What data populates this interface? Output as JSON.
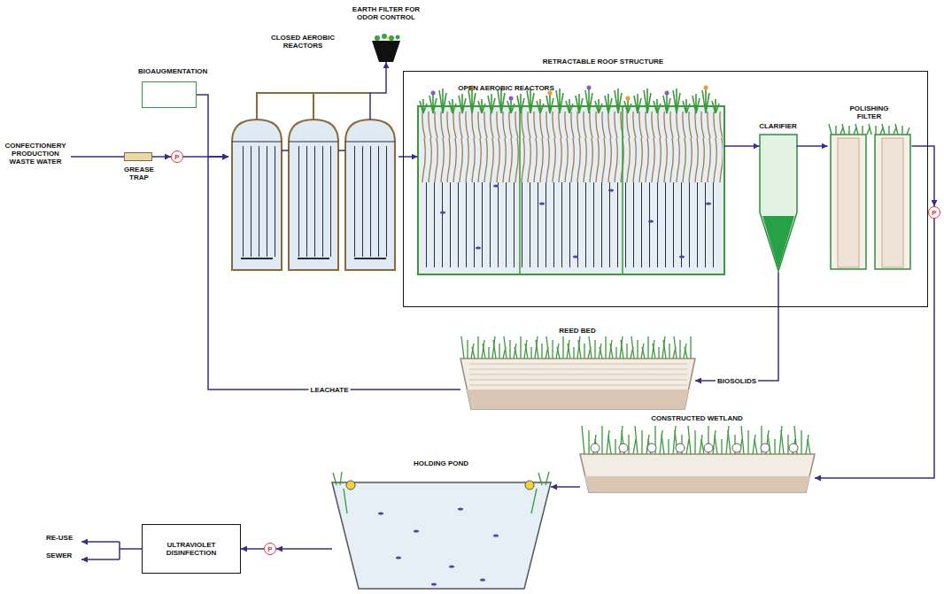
{
  "diagram": {
    "nodes": [
      {
        "text": [
          "BIOAUGMENTATION"
        ]
      },
      {
        "text": [
          "GREASE TRAP"
        ]
      },
      {
        "text": [
          "P"
        ]
      },
      {
        "text": [
          "CLOSED AEROBIC REACTORS"
        ]
      },
      {
        "text": [
          "EARTH FILTER FOR ODOR CONTROL"
        ]
      },
      {
        "text": [
          "RETRACTABLE ROOF STRUCTURE"
        ]
      },
      {
        "text": [
          "OPEN AEROBIC REACTORS"
        ],
        "in": 5
      },
      {
        "text": [
          "CLARIFIER"
        ],
        "in": 5
      },
      {
        "text": [
          "POLISHING FILTER"
        ],
        "in": 5
      },
      {
        "text": [
          "P"
        ]
      },
      {
        "text": [
          "REED BED"
        ]
      },
      {
        "text": [
          "CONSTRUCTED WETLAND"
        ]
      },
      {
        "text": [
          "HOLDING POND"
        ]
      },
      {
        "text": [
          "P"
        ]
      },
      {
        "text": [
          "ULTRAVIOLET DISINFECTION"
        ]
      }
    ],
    "edges": [
      {
        "from": 1,
        "to": 2,
        "arrow": "to"
      },
      {
        "from": 2,
        "to": 3,
        "arrow": "to"
      },
      {
        "from": 0,
        "to": 3,
        "arrow": "to"
      },
      {
        "from": 3,
        "to": 4,
        "arrow": "to"
      },
      {
        "from": 3,
        "to": 6,
        "arrow": "to"
      },
      {
        "from": 6,
        "to": 7,
        "arrow": "to"
      },
      {
        "from": 7,
        "to": 8,
        "arrow": "to"
      },
      {
        "from": 8,
        "to": 9,
        "arrow": "to"
      },
      {
        "from": 9,
        "to": 11,
        "arrow": "to"
      },
      {
        "from": 11,
        "to": 12,
        "arrow": "to"
      },
      {
        "from": 12,
        "to": 13,
        "arrow": "to"
      },
      {
        "from": 13,
        "to": 14,
        "arrow": "to"
      },
      {
        "from": 7,
        "to": 10,
        "label": "BIOSOLIDS",
        "arrow": "to"
      },
      {
        "from": 10,
        "to": 3,
        "label": "LEACHATE",
        "arrow": "to"
      }
    ],
    "labels": [
      "CONFECTIONERY PRODUCTION WASTE WATER",
      "RE-USE",
      "SEWER"
    ]
  }
}
